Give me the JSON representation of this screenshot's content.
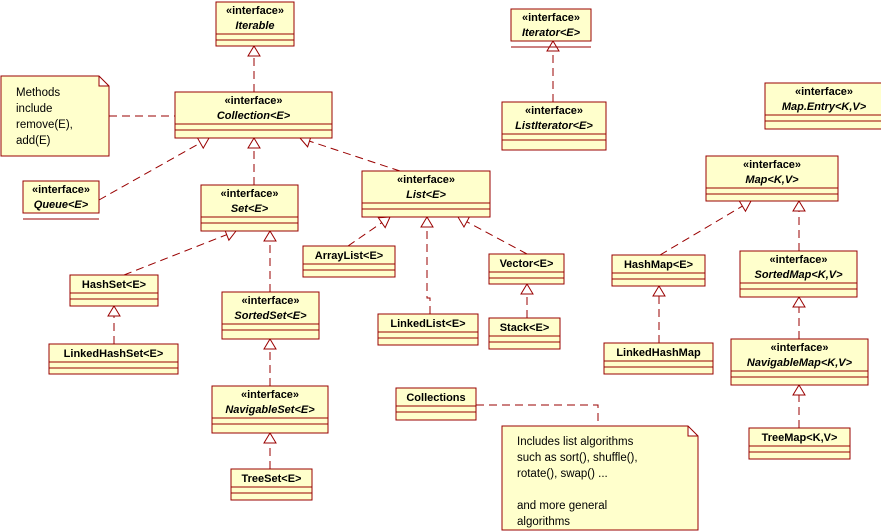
{
  "stereotype": "«interface»",
  "classes": {
    "iterable": {
      "name": "Iterable",
      "interface": true
    },
    "iterator": {
      "name": "Iterator<E>",
      "interface": true
    },
    "list_iterator": {
      "name": "ListIterator<E>",
      "interface": true
    },
    "map_entry": {
      "name": "Map.Entry<K,V>",
      "interface": true
    },
    "collection": {
      "name": "Collection<E>",
      "interface": true
    },
    "queue": {
      "name": "Queue<E>",
      "interface": true
    },
    "set": {
      "name": "Set<E>",
      "interface": true
    },
    "list": {
      "name": "List<E>",
      "interface": true
    },
    "map": {
      "name": "Map<K,V>",
      "interface": true
    },
    "hash_set": {
      "name": "HashSet<E>",
      "interface": false
    },
    "linked_hash_set": {
      "name": "LinkedHashSet<E>",
      "interface": false
    },
    "sorted_set": {
      "name": "SortedSet<E>",
      "interface": true
    },
    "navigable_set": {
      "name": "NavigableSet<E>",
      "interface": true
    },
    "tree_set": {
      "name": "TreeSet<E>",
      "interface": false
    },
    "array_list": {
      "name": "ArrayList<E>",
      "interface": false
    },
    "linked_list": {
      "name": "LinkedList<E>",
      "interface": false
    },
    "vector": {
      "name": "Vector<E>",
      "interface": false
    },
    "stack": {
      "name": "Stack<E>",
      "interface": false
    },
    "hash_map": {
      "name": "HashMap<E>",
      "interface": false
    },
    "linked_hash_map": {
      "name": "LinkedHashMap",
      "interface": false
    },
    "sorted_map": {
      "name": "SortedMap<K,V>",
      "interface": true
    },
    "navigable_map": {
      "name": "NavigableMap<K,V>",
      "interface": true
    },
    "tree_map": {
      "name": "TreeMap<K,V>",
      "interface": false
    },
    "collections": {
      "name": "Collections",
      "interface": false
    }
  },
  "notes": {
    "methods": {
      "lines": [
        "Methods",
        "include",
        "remove(E),",
        "add(E)"
      ]
    },
    "algorithms": {
      "lines": [
        "Includes list algorithms",
        "such as sort(), shuffle(),",
        "rotate(), swap() ...",
        "",
        "and more general",
        "algorithms"
      ]
    }
  }
}
